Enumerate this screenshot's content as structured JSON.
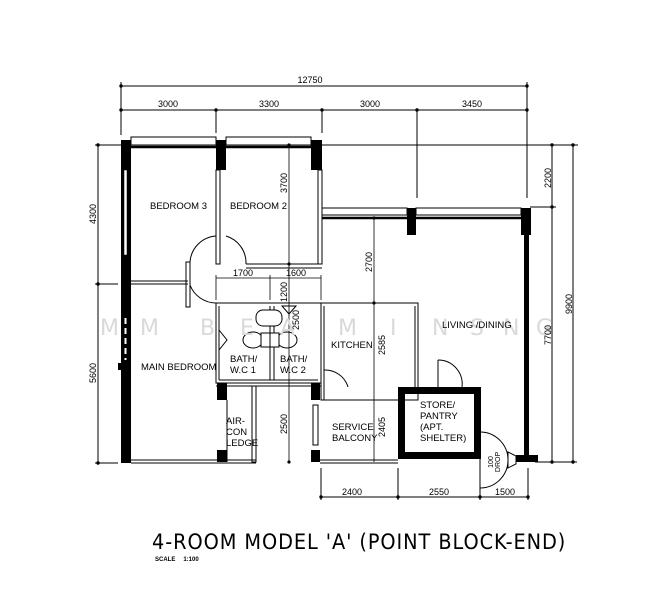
{
  "plan": {
    "title": "4-ROOM MODEL 'A' (POINT BLOCK-END)",
    "scale_label": "SCALE",
    "scale_value": "1:100",
    "watermark": [
      "M",
      "M",
      "B",
      "E",
      "A",
      "M",
      "I",
      "N",
      "S",
      "N",
      "G"
    ]
  },
  "rooms": {
    "bedroom3": "BEDROOM 3",
    "bedroom2": "BEDROOM 2",
    "main_bedroom": "MAIN BEDROOM",
    "bath1_line1": "BATH/",
    "bath1_line2": "W.C 1",
    "bath2_line1": "BATH/",
    "bath2_line2": "W.C 2",
    "kitchen": "KITCHEN",
    "living_dining": "LIVING /DINING",
    "aircon_line1": "AIR-",
    "aircon_line2": "CON",
    "aircon_line3": "LEDGE",
    "service_line1": "SERVICE",
    "service_line2": "BALCONY",
    "store_line1": "STORE/",
    "store_line2": "PANTRY",
    "store_line3": "(APT.",
    "store_line4": "SHELTER)",
    "drop_line1": "100",
    "drop_line2": "DROP"
  },
  "dimensions": {
    "top_total": "12750",
    "top_segments": [
      "3000",
      "3300",
      "3000",
      "3450"
    ],
    "bottom_segments": [
      "2400",
      "2550",
      "1500"
    ],
    "left_segments": [
      "4300",
      "5600"
    ],
    "right_inner": [
      "2200",
      "7700"
    ],
    "right_total": "9900",
    "inner": {
      "bedroom2_depth": "3700",
      "bath_widths": [
        "1700",
        "1600"
      ],
      "bath_1200": "1200",
      "bath_2500": "2500",
      "living_2700": "2700",
      "kitchen_2585": "2585",
      "service_2405": "2405",
      "ledge_2500": "2500"
    }
  }
}
